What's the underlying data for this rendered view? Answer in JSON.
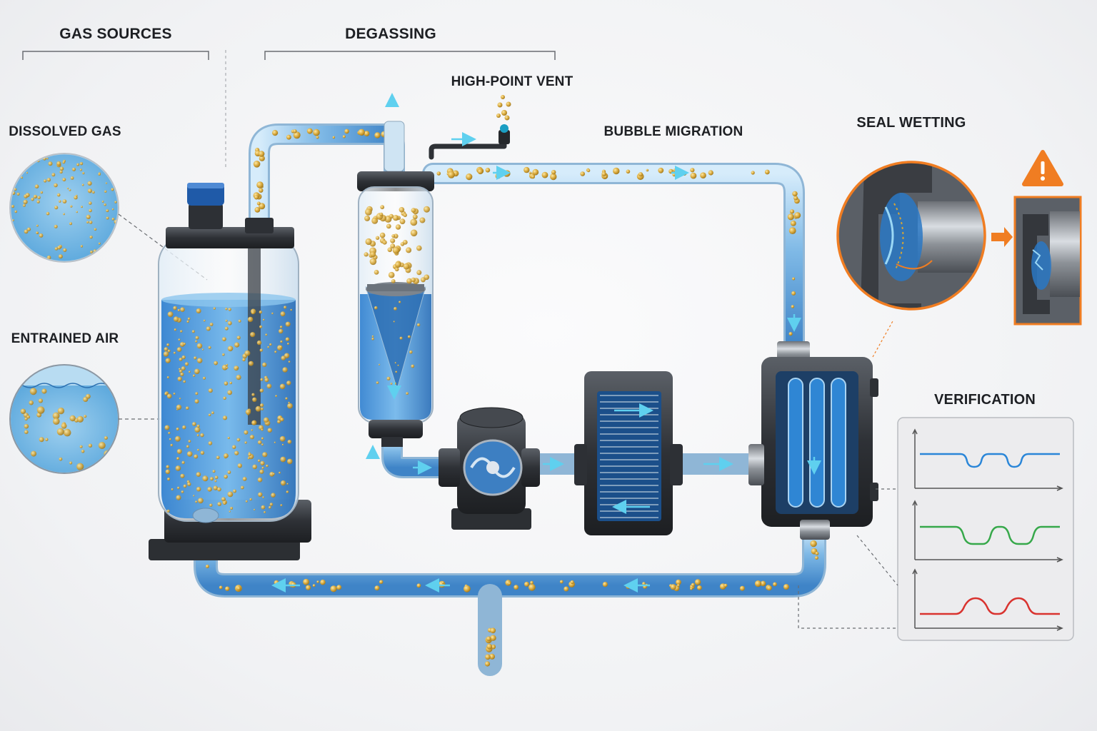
{
  "labels": {
    "gas_sources": "GAS SOURCES",
    "degassing": "DEGASSING",
    "high_point_vent": "HIGH-POINT VENT",
    "dissolved_gas": "DISSOLVED GAS",
    "entrained_air": "ENTRAINED AIR",
    "bubble_migration": "BUBBLE MIGRATION",
    "seal_wetting": "SEAL WETTING",
    "verification": "VERIFICATION"
  },
  "colors": {
    "water": "#3b8fd6",
    "water_light": "#a9d3f2",
    "pipe_glass": "#bcdcf2",
    "bubble": "#d4a437",
    "flow_arrow": "#5fd0ef",
    "housing": "#3a3d42",
    "accent_warning": "#f07d22",
    "trace_blue": "#2a86d8",
    "trace_green": "#36a84a",
    "trace_red": "#d9332f"
  },
  "icons": {
    "warning": "warning-triangle-icon",
    "arrow": "orange-arrow-icon"
  },
  "verification_traces": [
    {
      "name": "",
      "color": "#2a86d8"
    },
    {
      "name": "",
      "color": "#36a84a"
    },
    {
      "name": "",
      "color": "#d9332f"
    }
  ]
}
